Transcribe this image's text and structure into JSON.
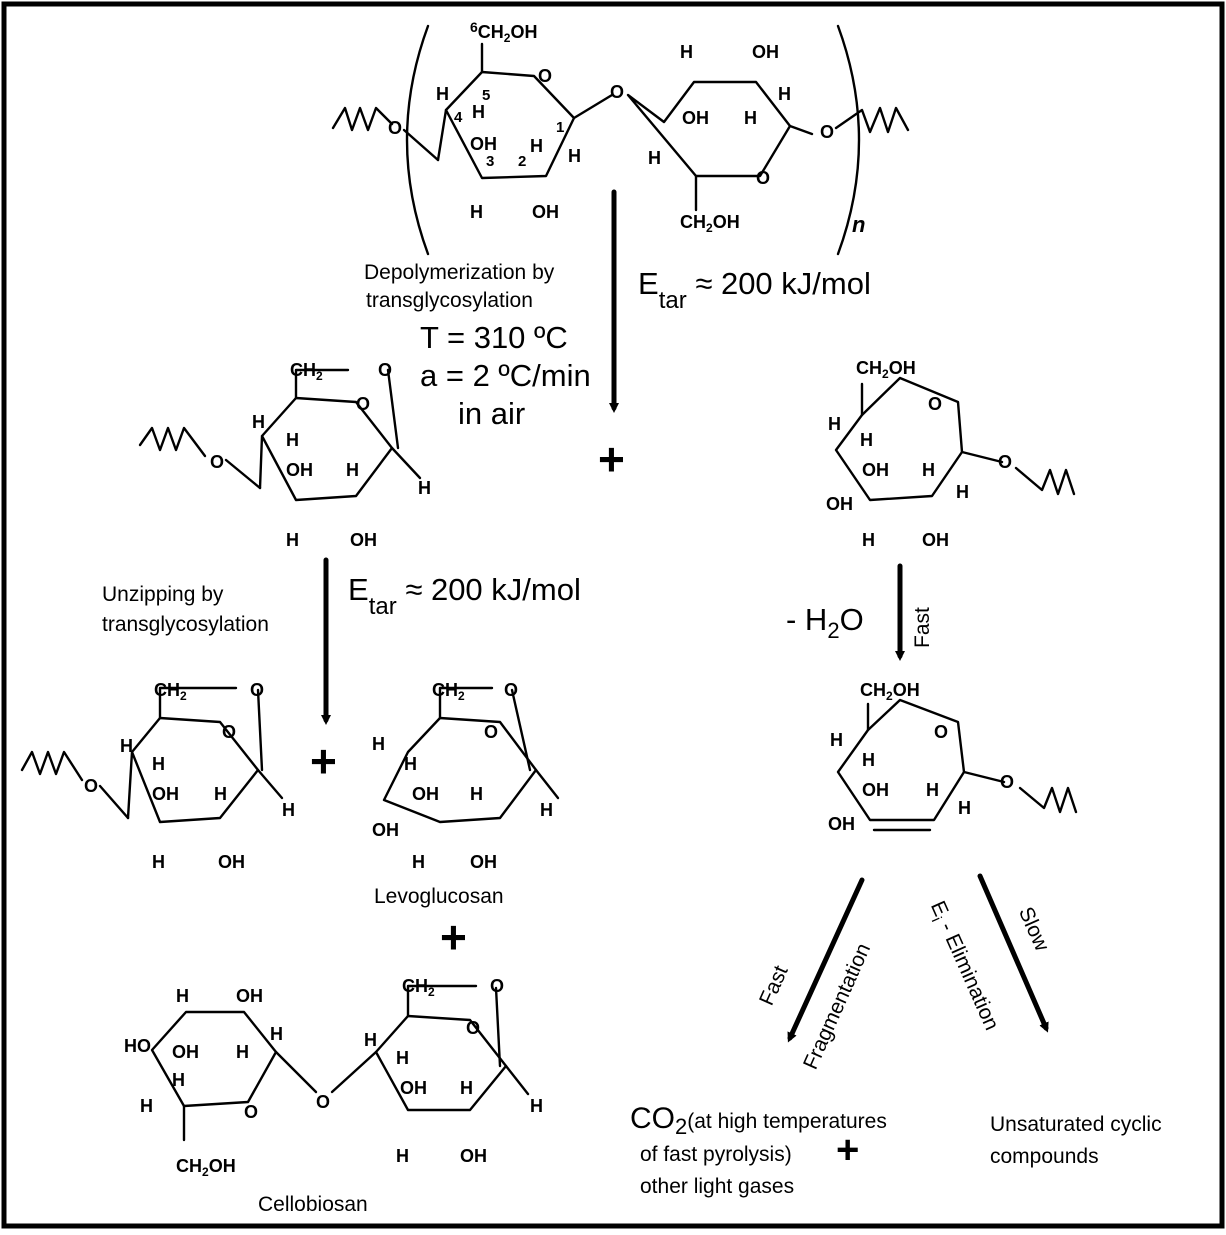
{
  "atoms": {
    "h": "H",
    "oh": "OH",
    "ho": "HO",
    "o": "O",
    "ch2": "CH",
    "ch2oh": "CH",
    "sub2": "2",
    "oh_suffix": "OH",
    "n": "n",
    "c1": "1",
    "c2": "2",
    "c3": "3",
    "c4": "4",
    "c5": "5",
    "c6": "6"
  },
  "labels": {
    "depolymerization": "Depolymerization by",
    "transglycosylation_1": "transglycosylation",
    "temperature": "T = 310 ºC",
    "heating_rate": "a = 2 ºC/min",
    "atmosphere": "in air",
    "etar_e": "E",
    "etar_sub": "tar",
    "etar_value": "≈ 200 kJ/mol",
    "unzipping": "Unzipping by",
    "transglycosylation_2": "transglycosylation",
    "minus_h2o_prefix": "- H",
    "minus_h2o_sub": "2",
    "minus_h2o_suffix": "O",
    "fast": "Fast",
    "fragmentation": "Fragmentation",
    "elimination": "E - Elimination",
    "elimination_sub": "i",
    "slow": "Slow",
    "levoglucosan": "Levoglucosan",
    "cellobiosan": "Cellobiosan",
    "co2": "CO",
    "co2_sub": "2",
    "co2_note": "(at high temperatures",
    "co2_note2": "of fast pyrolysis)",
    "light_gases": "other light gases",
    "unsaturated_1": "Unsaturated cyclic",
    "unsaturated_2": "compounds",
    "plus": "+"
  }
}
